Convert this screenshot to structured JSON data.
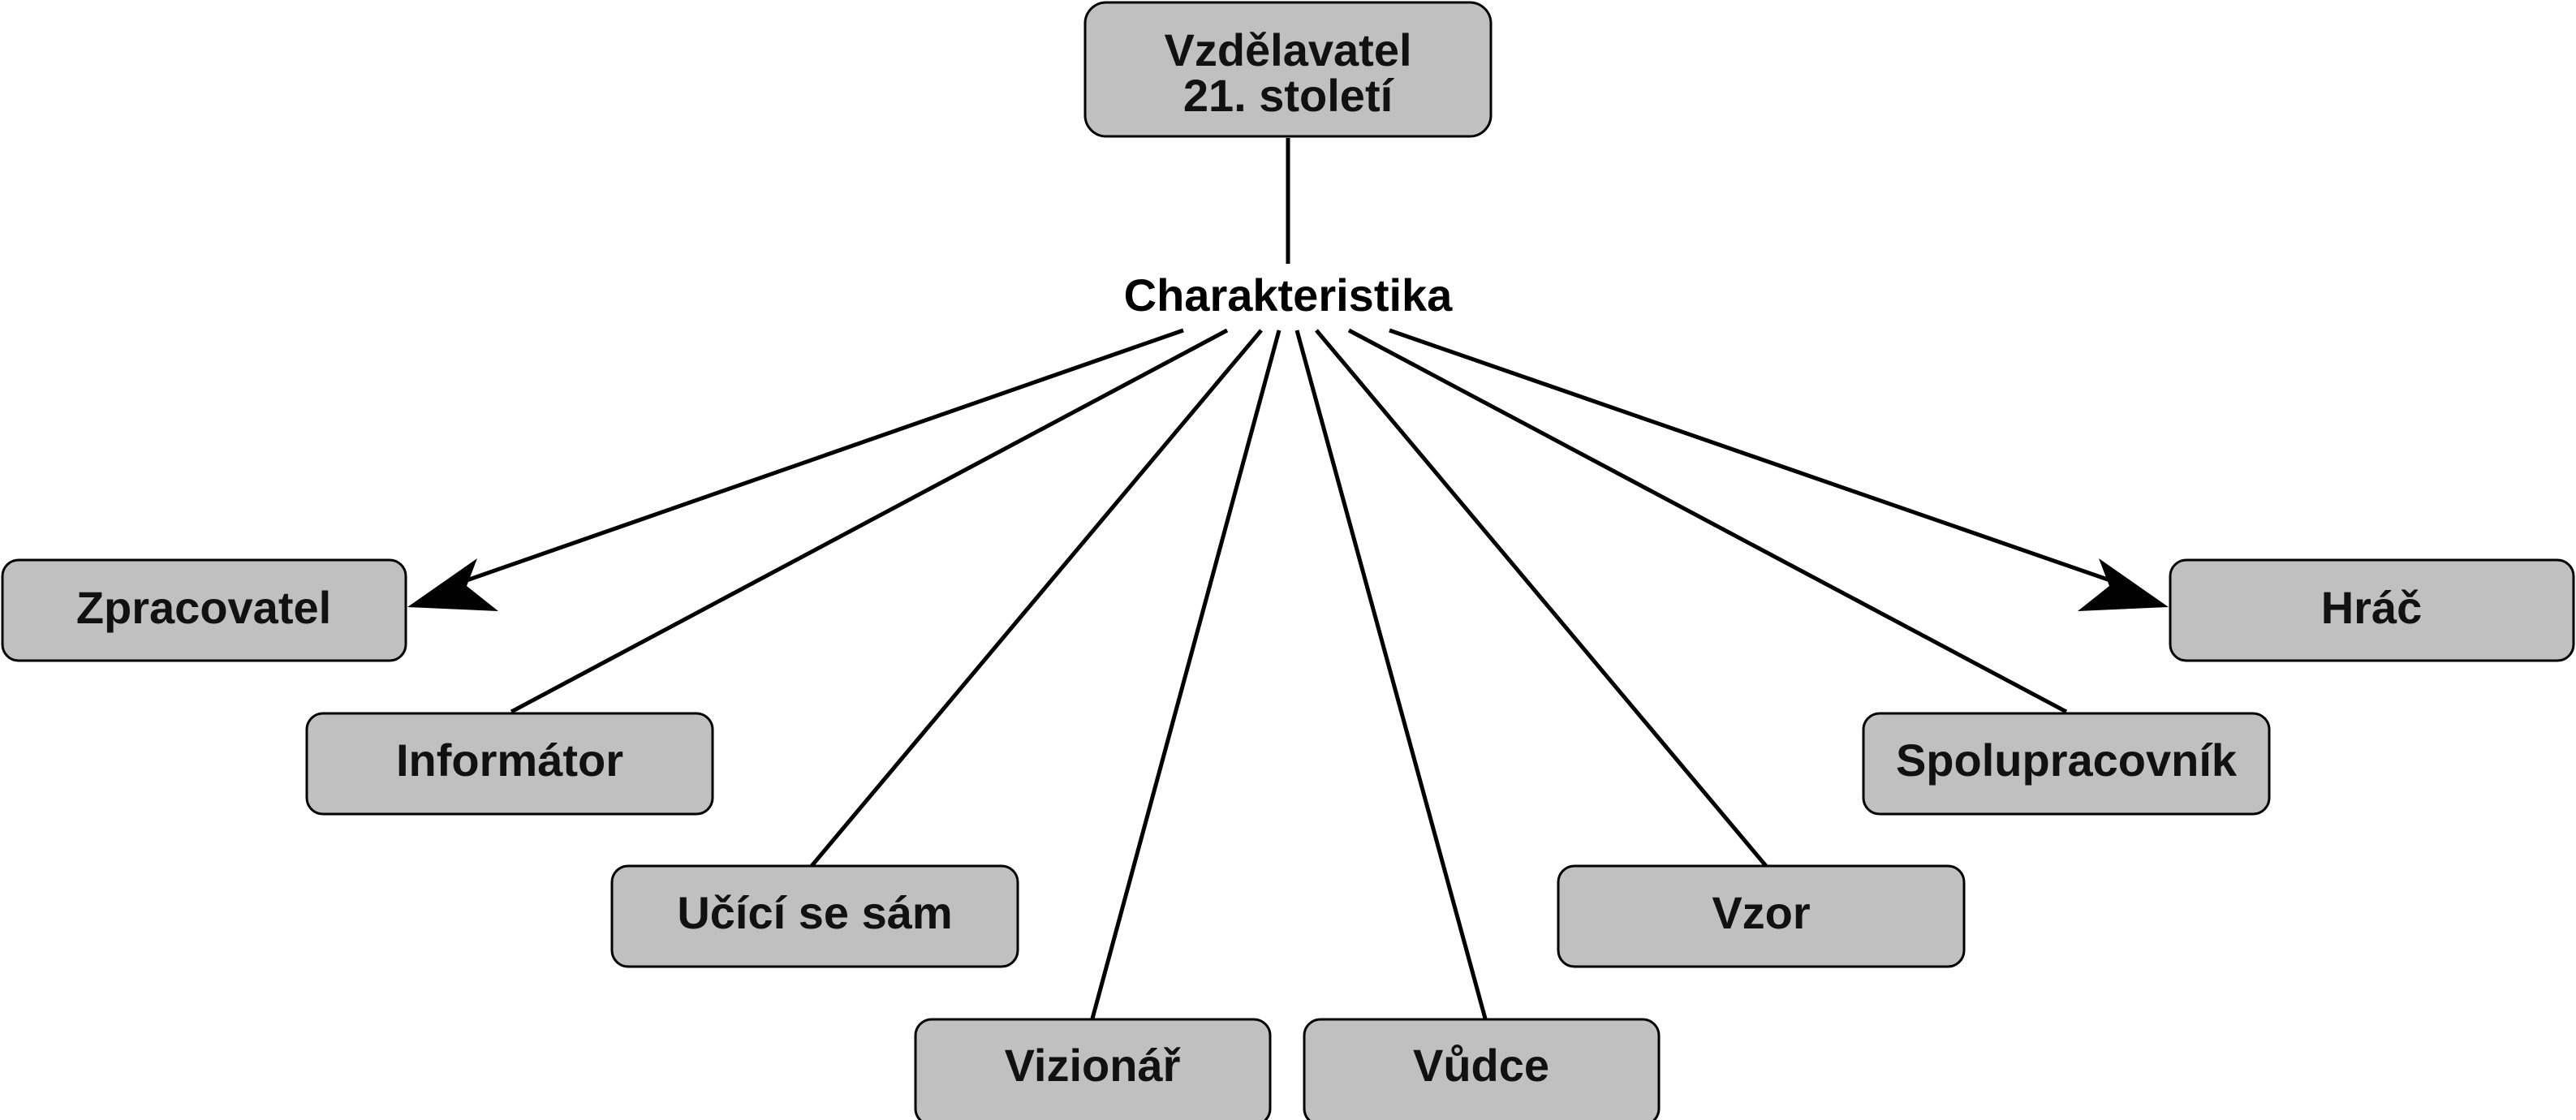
{
  "root": {
    "line1": "Vzdělavatel",
    "line2": "21. století"
  },
  "hub_label": "Charakteristika",
  "nodes": {
    "zpracovatel": "Zpracovatel",
    "informator": "Informátor",
    "ucici": "Učící se sám",
    "vizionar": "Vizionář",
    "vudce": "Vůdce",
    "vzor": "Vzor",
    "spolupracovnik": "Spolupracovník",
    "hrac": "Hráč"
  },
  "colors": {
    "box_fill": "#c0c0c0",
    "stroke": "#000000"
  }
}
